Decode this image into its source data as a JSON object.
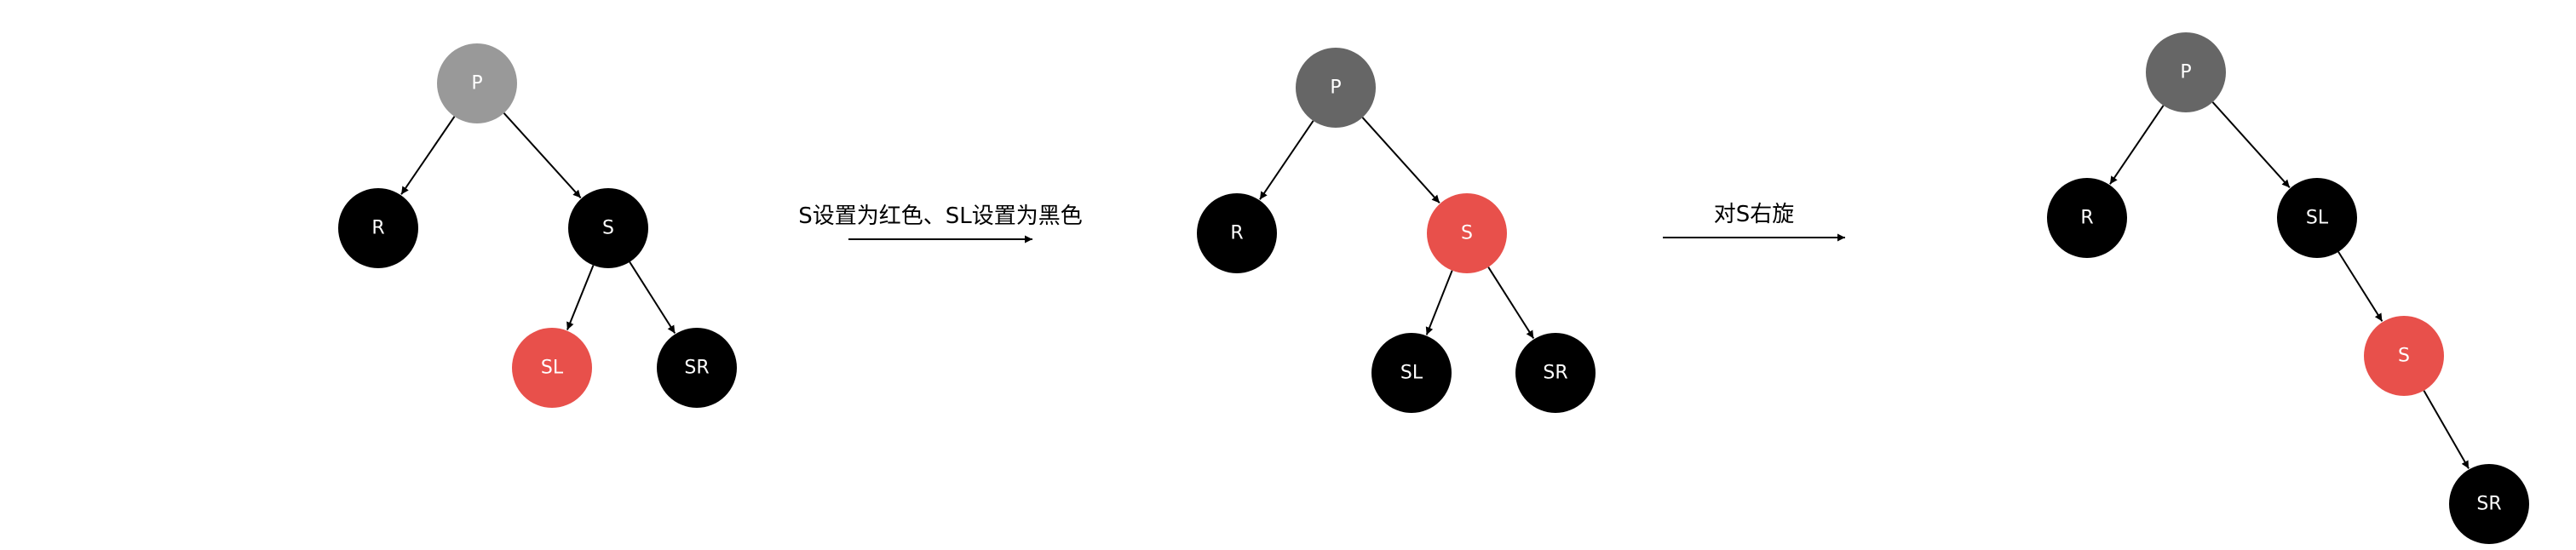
{
  "colors": {
    "black_node": "#000000",
    "red_node": "#e8504b",
    "grey_light_node": "#999999",
    "grey_dark_node": "#666666",
    "label": "#ffffff",
    "edge": "#000000"
  },
  "stages": [
    {
      "nodes": [
        {
          "id": "p",
          "label": "P",
          "color": "grey_light_node"
        },
        {
          "id": "r",
          "label": "R",
          "color": "black_node"
        },
        {
          "id": "s",
          "label": "S",
          "color": "black_node"
        },
        {
          "id": "sl",
          "label": "SL",
          "color": "red_node"
        },
        {
          "id": "sr",
          "label": "SR",
          "color": "black_node"
        }
      ],
      "edges": [
        {
          "from": "p",
          "to": "r"
        },
        {
          "from": "p",
          "to": "s"
        },
        {
          "from": "s",
          "to": "sl"
        },
        {
          "from": "s",
          "to": "sr"
        }
      ]
    },
    {
      "nodes": [
        {
          "id": "p",
          "label": "P",
          "color": "grey_dark_node"
        },
        {
          "id": "r",
          "label": "R",
          "color": "black_node"
        },
        {
          "id": "s",
          "label": "S",
          "color": "red_node"
        },
        {
          "id": "sl",
          "label": "SL",
          "color": "black_node"
        },
        {
          "id": "sr",
          "label": "SR",
          "color": "black_node"
        }
      ],
      "edges": [
        {
          "from": "p",
          "to": "r"
        },
        {
          "from": "p",
          "to": "s"
        },
        {
          "from": "s",
          "to": "sl"
        },
        {
          "from": "s",
          "to": "sr"
        }
      ]
    },
    {
      "nodes": [
        {
          "id": "p",
          "label": "P",
          "color": "grey_dark_node"
        },
        {
          "id": "r",
          "label": "R",
          "color": "black_node"
        },
        {
          "id": "sl",
          "label": "SL",
          "color": "black_node"
        },
        {
          "id": "s",
          "label": "S",
          "color": "red_node"
        },
        {
          "id": "sr",
          "label": "SR",
          "color": "black_node"
        }
      ],
      "edges": [
        {
          "from": "p",
          "to": "r"
        },
        {
          "from": "p",
          "to": "sl"
        },
        {
          "from": "sl",
          "to": "s"
        },
        {
          "from": "s",
          "to": "sr"
        }
      ]
    }
  ],
  "transitions": [
    {
      "label": "S设置为红色、SL设置为黑色"
    },
    {
      "label": "对S右旋"
    }
  ]
}
